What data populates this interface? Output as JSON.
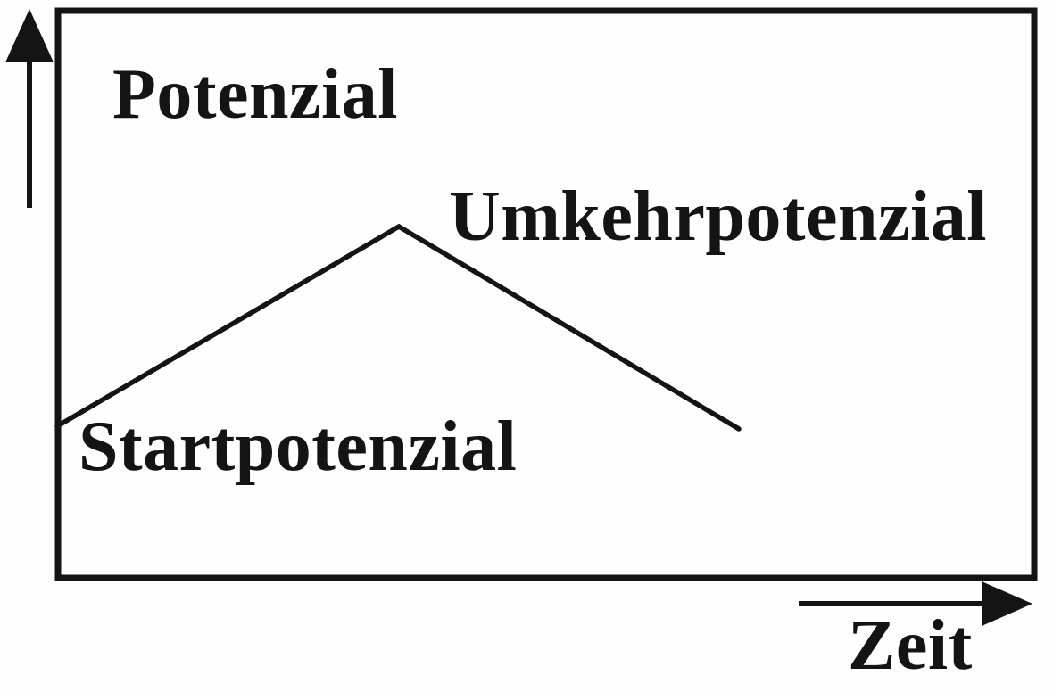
{
  "diagram": {
    "title_none": "",
    "y_axis_label": "Potenzial",
    "x_axis_label": "Zeit",
    "reversal_point_label": "Umkehrpotenzial",
    "start_point_label": "Startpotenzial"
  },
  "colors": {
    "ink": "#141414",
    "background": "#fefefe"
  }
}
